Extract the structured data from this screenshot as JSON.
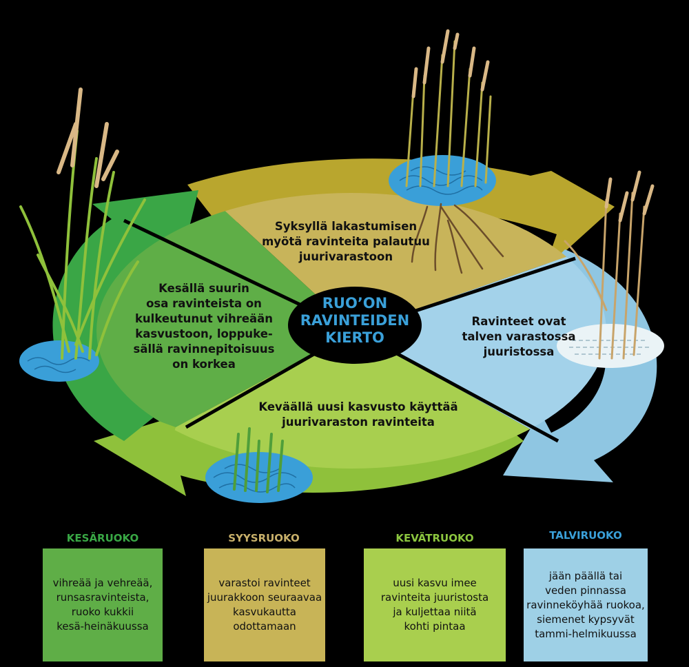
{
  "center": {
    "lines": [
      "RUO’ON",
      "RAVINTEIDEN",
      "KIERTO"
    ]
  },
  "segments": {
    "autumn": {
      "lines": [
        "Syksyllä lakastumisen",
        "myötä ravinteita palautuu",
        "juurivarastoon"
      ]
    },
    "winter": {
      "lines": [
        "Ravinteet  ovat",
        "talven varastossa",
        "juuristossa"
      ]
    },
    "spring": {
      "lines": [
        "Keväällä uusi kasvusto käyttää",
        "juurivaraston ravinteita"
      ]
    },
    "summer": {
      "lines": [
        "Kesällä suurin",
        "osa ravinteista on",
        "kulkeutunut vihreään",
        "kasvustoon, loppuke-",
        "sällä ravinnepitoisuus",
        "on korkea"
      ]
    }
  },
  "legend": [
    {
      "title": "KESÄRUOKO",
      "lines": [
        "vihreää ja vehreää,",
        "runsasravinteista,",
        "ruoko kukkii",
        "kesä-heinäkuussa"
      ],
      "color": "#5fae47",
      "title_color": "#39a845"
    },
    {
      "title": "SYYSRUOKO",
      "lines": [
        "varastoi ravinteet",
        "juurakkoon seuraavaa",
        "kasvukautta",
        "odottamaan"
      ],
      "color": "#c8b457",
      "title_color": "#c8b06a"
    },
    {
      "title": "KEVÄTRUOKO",
      "lines": [
        "uusi kasvu imee",
        "ravinteita juuristosta",
        "ja kuljettaa niitä",
        "kohti pintaa"
      ],
      "color": "#a9cf4e",
      "title_color": "#8cc63f"
    },
    {
      "title": "TALVIRUOKO",
      "lines": [
        "jään päällä tai",
        "veden pinnassa",
        "ravinneköyhää ruokoa,",
        "siemenet kypsyvät",
        "tammi-helmikuussa"
      ],
      "color": "#9ed0e6",
      "title_color": "#3aa0d9"
    }
  ],
  "colors": {
    "autumn": "#c8b45a",
    "autumn_arrow": "#b9a62e",
    "winter": "#a3d2ea",
    "winter_arrow": "#8fc6e2",
    "spring": "#a8cf4f",
    "spring_arrow": "#8fc13b",
    "summer": "#5fae47",
    "summer_arrow": "#3aa646",
    "water": "#3a9fd8"
  }
}
